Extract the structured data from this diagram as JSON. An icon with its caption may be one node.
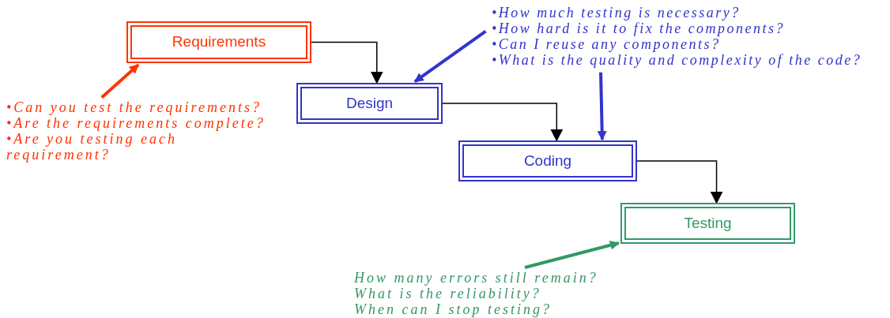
{
  "diagram": {
    "nodes": [
      {
        "text": [
          "Requirements"
        ]
      },
      {
        "text": [
          "Design"
        ]
      },
      {
        "text": [
          "Coding"
        ]
      },
      {
        "text": [
          "Testing"
        ]
      },
      {
        "text": [
          "•Can you test the requirements?",
          "•Are the requirements complete?",
          "•Are you testing each requirement?"
        ]
      },
      {
        "text": [
          "•How much testing is necessary?",
          "•How hard is it to fix the components?",
          "•Can I reuse any components?",
          "•What is the quality and complexity of the code?"
        ]
      },
      {
        "text": [
          "How many errors still remain?",
          "What is the reliability?",
          "When can I stop testing?"
        ]
      }
    ],
    "edges": [
      {
        "from": 0,
        "to": 1,
        "arrow": "to"
      },
      {
        "from": 1,
        "to": 2,
        "arrow": "to"
      },
      {
        "from": 2,
        "to": 3,
        "arrow": "to"
      },
      {
        "from": 4,
        "to": 0,
        "arrow": "to",
        "color": "#ff3300"
      },
      {
        "from": 5,
        "to": 1,
        "arrow": "to",
        "color": "#3333cc"
      },
      {
        "from": 5,
        "to": 2,
        "arrow": "to",
        "color": "#3333cc"
      },
      {
        "from": 6,
        "to": 3,
        "arrow": "to",
        "color": "#339966"
      }
    ]
  }
}
